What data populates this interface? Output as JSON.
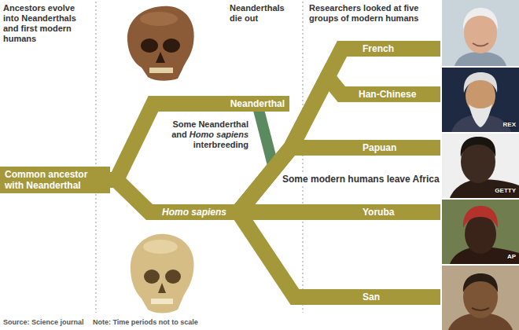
{
  "diagram": {
    "nodes": [
      {
        "text": [
          "Common ancestor with Neanderthal"
        ]
      },
      {
        "text": [
          "Neanderthal"
        ]
      },
      {
        "text": [
          "Homo sapiens"
        ]
      },
      {
        "text": [
          "French"
        ]
      },
      {
        "text": [
          "Han-Chinese"
        ]
      },
      {
        "text": [
          "Papuan"
        ]
      },
      {
        "text": [
          "Yoruba"
        ]
      },
      {
        "text": [
          "San"
        ]
      }
    ],
    "edges": [
      {
        "from": 0,
        "to": 1,
        "arrow": "none"
      },
      {
        "from": 0,
        "to": 2,
        "arrow": "none"
      },
      {
        "from": 2,
        "to": 3,
        "arrow": "none"
      },
      {
        "from": 2,
        "to": 4,
        "arrow": "none"
      },
      {
        "from": 2,
        "to": 5,
        "arrow": "none"
      },
      {
        "from": 2,
        "to": 6,
        "arrow": "none"
      },
      {
        "from": 2,
        "to": 7,
        "arrow": "none"
      }
    ],
    "labels": [
      "Ancestors evolve into Neanderthals and first modern humans",
      "Neanderthals die out",
      "Researchers looked at five groups of modern humans",
      "Some Neanderthal and Homo sapiens interbreeding",
      "Some modern humans leave Africa",
      "REX",
      "GETTY",
      "AP",
      "Source: Science journal",
      "Note: Time periods not to scale"
    ]
  }
}
